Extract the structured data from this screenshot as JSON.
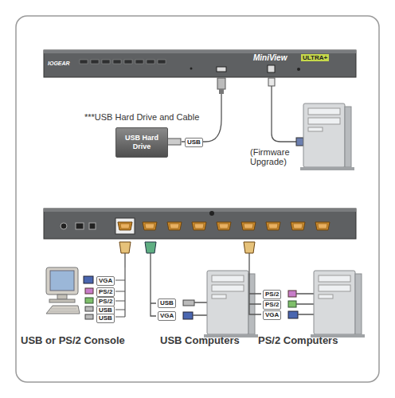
{
  "diagram": {
    "nodes": [
      {
        "text": [
          "USB Hard Drive"
        ]
      }
    ],
    "labels": [
      "IOGEAR",
      "MiniView",
      "ULTRA+",
      "***USB Hard Drive and Cable",
      "USB",
      "(Firmware Upgrade)",
      "VGA",
      "PS/2",
      "PS/2",
      "USB",
      "USB",
      "USB or PS/2 Console",
      "USB",
      "VGA",
      "USB Computers",
      "PS/2",
      "PS/2",
      "VGA",
      "PS/2 Computers"
    ]
  }
}
